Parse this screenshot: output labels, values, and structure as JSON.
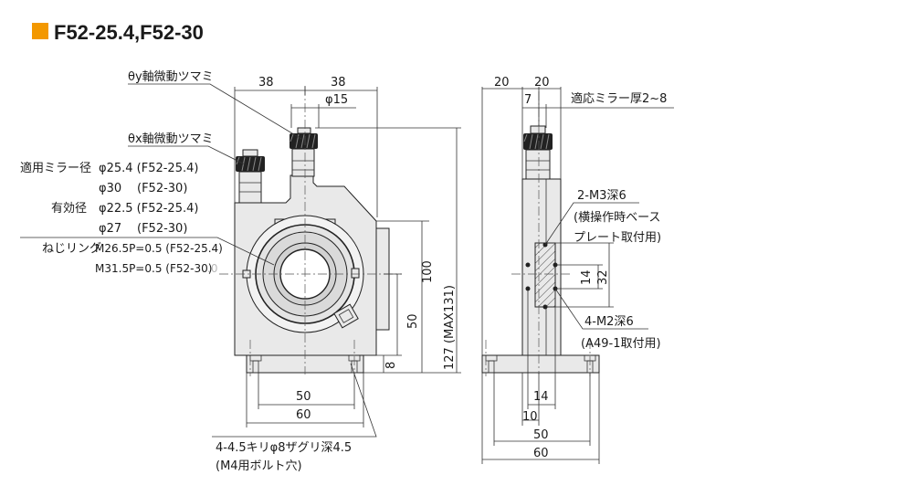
{
  "header": {
    "title": "F52-25.4,F52-30",
    "accent_color": "#f39800"
  },
  "callouts": {
    "theta_y": "θy軸微動ツマミ",
    "theta_x": "θx軸微動ツマミ",
    "mirror_dia_label": "適用ミラー径",
    "mirror_dia_1": "φ25.4 (F52-25.4)",
    "mirror_dia_2": "φ30",
    "mirror_dia_2b": "(F52-30)",
    "effective_label": "有効径",
    "effective_1": "φ22.5 (F52-25.4)",
    "effective_2": "φ27",
    "effective_2b": "(F52-30)",
    "ring_label": "ねじリング",
    "ring_1": "M26.5P=0.5 (F52-25.4)",
    "ring_2": "M31.5P=0.5 (F52-30)",
    "ring_faint": ".0",
    "mirror_thick": "適応ミラー厚2~8",
    "m3_line1": "2-M3深6",
    "m3_line2": "(横操作時ベース",
    "m3_line3": "プレート取付用)",
    "m2_line1": "4-M2深6",
    "m2_line2": "(A49-1取付用)",
    "counterbore_1": "4-4.5キリφ8ザグリ深4.5",
    "counterbore_2": "(M4用ボルト穴)"
  },
  "dims": {
    "front_38_left": "38",
    "front_38_right": "38",
    "front_phi15": "φ15",
    "front_100": "100",
    "front_127": "127 (MAX131)",
    "front_50_height": "50",
    "front_8": "8",
    "front_50_width": "50",
    "front_60_width": "60",
    "side_20_left": "20",
    "side_20_right": "20",
    "side_7": "7",
    "side_14_vertical": "14",
    "side_32": "32",
    "side_14_bottom": "14",
    "side_10": "10",
    "side_50": "50",
    "side_60": "60"
  }
}
